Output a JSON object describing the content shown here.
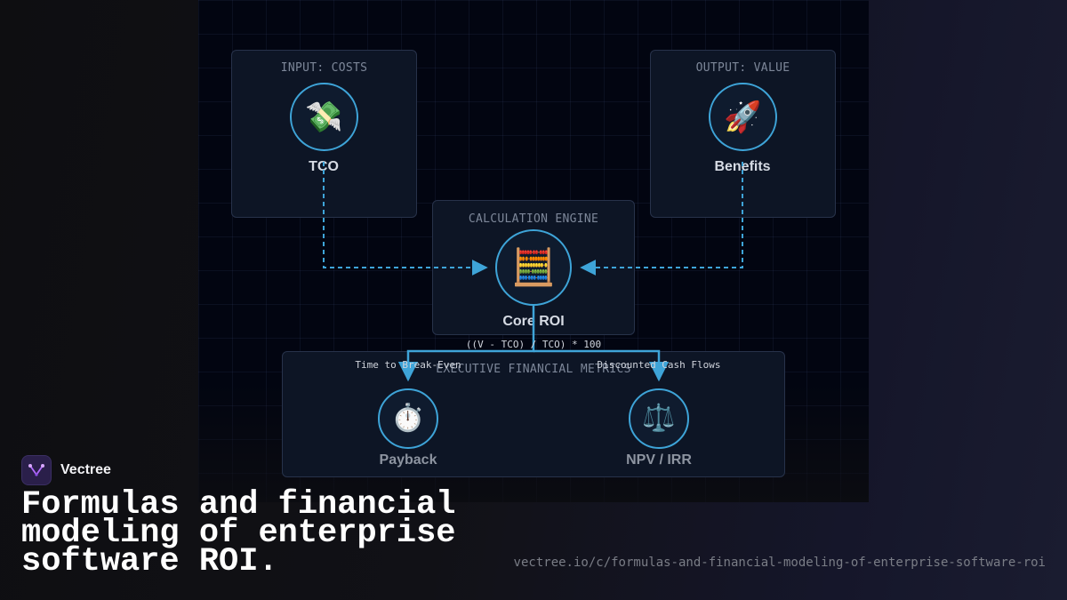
{
  "diagram": {
    "input_card": {
      "title": "INPUT: COSTS",
      "node": {
        "icon": "money-with-wings-icon",
        "glyph": "💸",
        "label": "TCO"
      }
    },
    "output_card": {
      "title": "OUTPUT: VALUE",
      "node": {
        "icon": "rocket-icon",
        "glyph": "🚀",
        "label": "Benefits"
      }
    },
    "engine_card": {
      "title": "CALCULATION ENGINE",
      "node": {
        "icon": "abacus-icon",
        "glyph": "🧮",
        "label": "Core ROI"
      },
      "formula": "((V - TCO) / TCO) * 100"
    },
    "metrics_card": {
      "title": "EXECUTIVE FINANCIAL METRICS",
      "payback": {
        "icon": "stopwatch-icon",
        "glyph": "⏱️",
        "label": "Payback",
        "edge_label": "Time to Break-Even"
      },
      "npv": {
        "icon": "balance-scale-icon",
        "glyph": "⚖️",
        "label": "NPV / IRR",
        "edge_label": "Discounted Cash Flows"
      }
    },
    "colors": {
      "wire": "#3ea4d8",
      "node_border": "#3ea4d8",
      "card_bg": "#0d1525"
    }
  },
  "footer": {
    "brand_name": "Vectree",
    "brand_icon": "vectree-logo-icon",
    "headline": "Formulas and financial modeling of enterprise software ROI.",
    "url": "vectree.io/c/formulas-and-financial-modeling-of-enterprise-software-roi"
  }
}
